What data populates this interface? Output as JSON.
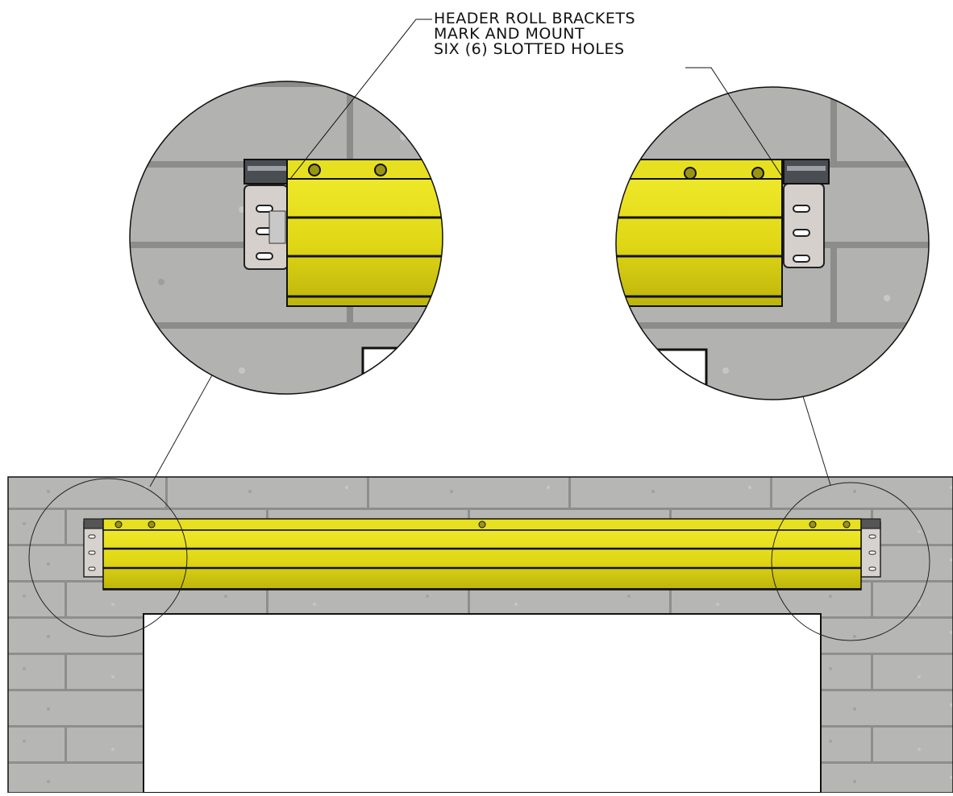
{
  "callout": {
    "line1": "HEADER ROLL BRACKETS",
    "line2": "MARK AND MOUNT",
    "line3": "SIX (6) SLOTTED HOLES"
  },
  "colors": {
    "wall": "#b4b4b2",
    "mortar": "#8f8f8d",
    "roller": "#e2dc1a",
    "roller_shadow": "#a9a210",
    "bracket": "#d8d4d0",
    "opening": "#ffffff",
    "outline": "#111111"
  }
}
